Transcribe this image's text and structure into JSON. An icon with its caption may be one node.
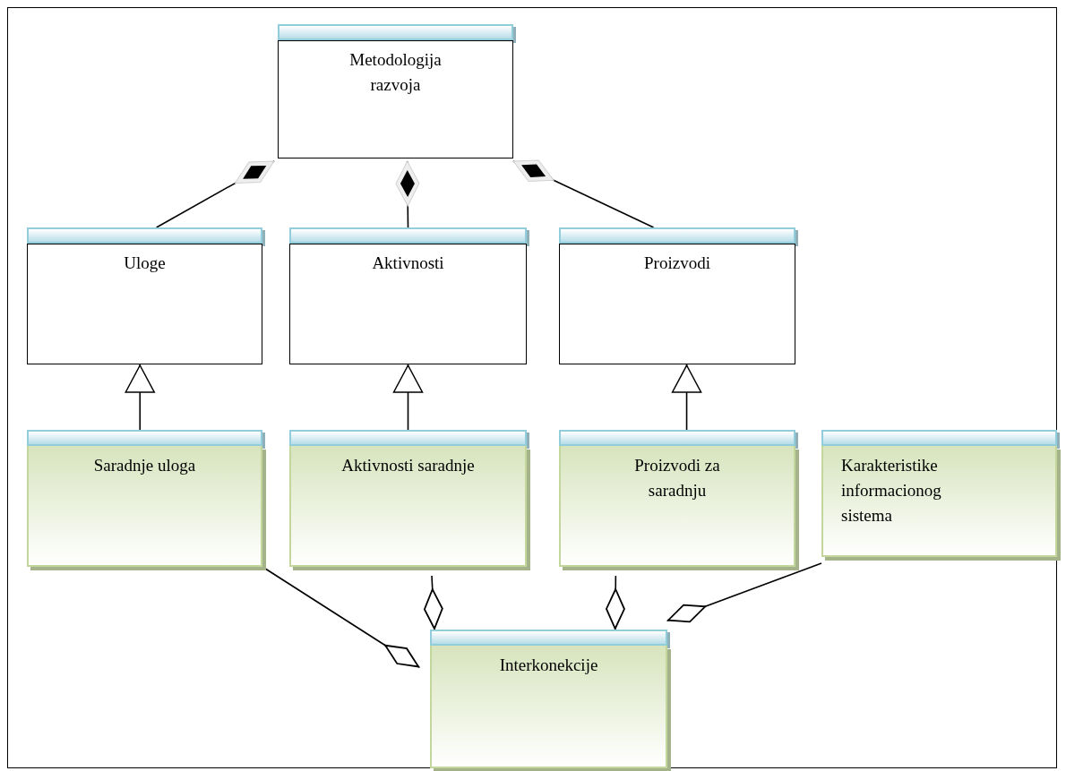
{
  "diagram": {
    "nodes": [
      {
        "text": [
          "Metodologija razvoja"
        ]
      },
      {
        "text": [
          "Uloge"
        ]
      },
      {
        "text": [
          "Aktivnosti"
        ]
      },
      {
        "text": [
          "Proizvodi"
        ]
      },
      {
        "text": [
          "Saradnje uloga"
        ]
      },
      {
        "text": [
          "Aktivnosti saradnje"
        ]
      },
      {
        "text": [
          "Proizvodi za saradnju"
        ]
      },
      {
        "text": [
          "Karakteristike informacionog sistema"
        ]
      },
      {
        "text": [
          "Interkonekcije"
        ]
      }
    ],
    "edges": [
      {
        "from": 0,
        "to": 1,
        "arrow": "other"
      },
      {
        "from": 0,
        "to": 2,
        "arrow": "other"
      },
      {
        "from": 0,
        "to": 3,
        "arrow": "other"
      },
      {
        "from": 4,
        "to": 1,
        "arrow": "to"
      },
      {
        "from": 5,
        "to": 2,
        "arrow": "to"
      },
      {
        "from": 6,
        "to": 3,
        "arrow": "to"
      },
      {
        "from": 8,
        "to": 4,
        "arrow": "other"
      },
      {
        "from": 8,
        "to": 5,
        "arrow": "other"
      },
      {
        "from": 8,
        "to": 6,
        "arrow": "other"
      },
      {
        "from": 8,
        "to": 7,
        "arrow": "other"
      }
    ]
  }
}
